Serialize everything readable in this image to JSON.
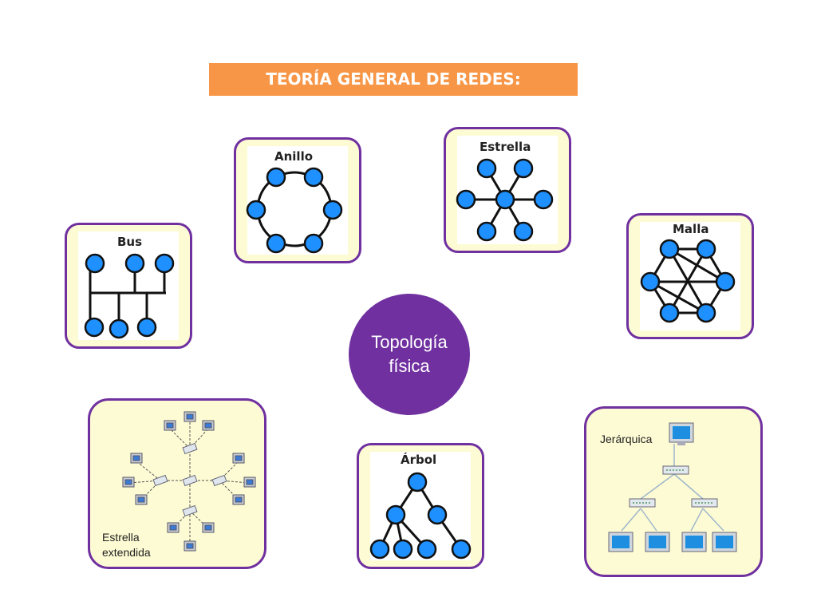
{
  "title": "TEORÍA GENERAL DE REDES: Introducción",
  "center": {
    "line1": "Topología",
    "line2": "física"
  },
  "topologies": {
    "bus": "Bus",
    "anillo": "Anillo",
    "estrella": "Estrella",
    "malla": "Malla",
    "arbol": "Árbol",
    "estrella_extendida": {
      "line1": "Estrella",
      "line2": "extendida"
    },
    "jerarquica": "Jerárquica"
  },
  "colors": {
    "title_bg": "#f79646",
    "accent": "#7030a0",
    "card_bg": "#fdfbd3",
    "node": "#1e90ff"
  }
}
